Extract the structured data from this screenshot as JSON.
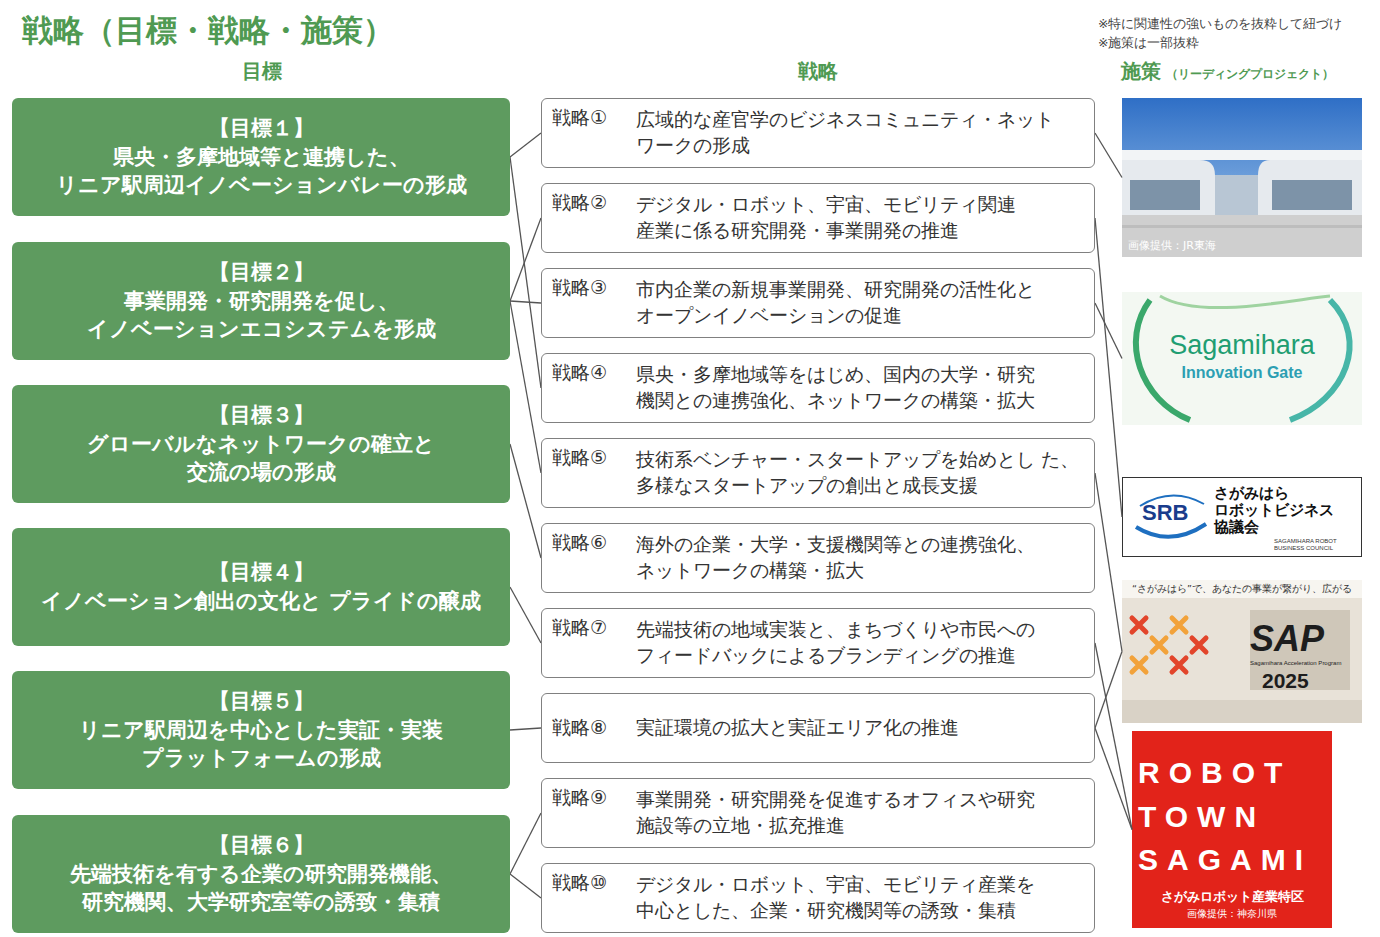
{
  "diagram": {
    "title": "戦略（目標・戦略・施策）",
    "nodes": [
      {
        "text": [
          "【目標１】",
          "県央・多摩地域等と連携した、 リニア駅周辺イノベーションバレーの形成"
        ]
      },
      {
        "text": [
          "【目標２】",
          "事業開発・研究開発を促し、 イノベーションエコシステムを形成"
        ]
      },
      {
        "text": [
          "【目標３】",
          "グローバルなネットワークの確立と 交流の場の形成"
        ]
      },
      {
        "text": [
          "【目標４】",
          "イノベーション創出の文化と プライドの醸成"
        ]
      },
      {
        "text": [
          "【目標５】",
          "リニア駅周辺を中心とした実証・実装 プラットフォームの形成"
        ]
      },
      {
        "text": [
          "【目標６】",
          "先端技術を有する企業の研究開発機能、 研究機関、大学研究室等の誘致・集積"
        ]
      },
      {
        "text": [
          "戦略①",
          "広域的な産官学のビジネスコミュニティ・ネット ワークの形成"
        ]
      },
      {
        "text": [
          "戦略②",
          "デジタル・ロボット、宇宙、モビリティ関連 産業に係る研究開発・事業開発の推進"
        ]
      },
      {
        "text": [
          "戦略③",
          "市内企業の新規事業開発、研究開発の活性化と オープンイノベーションの促進"
        ]
      },
      {
        "text": [
          "戦略④",
          "県央・多摩地域等をはじめ、国内の大学・研究 機関との連携強化、ネットワークの構築・拡大"
        ]
      },
      {
        "text": [
          "戦略⑤",
          "技術系ベンチャー・スタートアップを始めとし た、多様なスタートアップの創出と成長支援"
        ]
      },
      {
        "text": [
          "戦略⑥",
          "海外の企業・大学・支援機関等との連携強化、 ネットワークの構築・拡大"
        ]
      },
      {
        "text": [
          "戦略⑦",
          "先端技術の地域実装と、まちづくりや市民への フィードバックによるブランディングの推進"
        ]
      },
      {
        "text": [
          "戦略⑧",
          "実証環境の拡大と実証エリア化の推進"
        ]
      },
      {
        "text": [
          "戦略⑨",
          "事業開発・研究開発を促進するオフィスや研究 施設等の立地・拡充推進"
        ]
      },
      {
        "text": [
          "戦略⑩",
          "デジタル・ロボット、宇宙、モビリティ産業を 中心とした、企業・研究機関等の誘致・集積"
        ]
      },
      {
        "text": [
          "画像提供：JR東海"
        ]
      },
      {
        "text": [
          "Sagamihara",
          "Innovation Gate"
        ]
      },
      {
        "text": [
          "SRB",
          "さがみはら ロボットビジネス 協議会",
          "SAGAMIHARA ROBOT BUSINESS COUNCIL"
        ]
      },
      {
        "text": [
          "“さがみはら”で、あなたの事業が繋がり、広がる",
          "SAP",
          "Sagamihara Acceleration Program",
          "2025"
        ]
      },
      {
        "text": [
          "ROBOT TOWN SAGAMI",
          "さがみロボット産業特区",
          "画像提供：神奈川県"
        ]
      }
    ],
    "edges": [
      {
        "from": 0,
        "to": 6,
        "arrow": "none"
      },
      {
        "from": 0,
        "to": 9,
        "arrow": "none"
      },
      {
        "from": 1,
        "to": 7,
        "arrow": "none"
      },
      {
        "from": 1,
        "to": 8,
        "arrow": "none"
      },
      {
        "from": 1,
        "to": 10,
        "arrow": "none"
      },
      {
        "from": 2,
        "to": 11,
        "arrow": "none"
      },
      {
        "from": 3,
        "to": 12,
        "arrow": "none"
      },
      {
        "from": 4,
        "to": 13,
        "arrow": "none"
      },
      {
        "from": 5,
        "to": 14,
        "arrow": "none"
      },
      {
        "from": 5,
        "to": 15,
        "arrow": "none"
      },
      {
        "from": 6,
        "to": 16,
        "arrow": "none"
      },
      {
        "from": 7,
        "to": 18,
        "arrow": "none"
      },
      {
        "from": 8,
        "to": 17,
        "arrow": "none"
      },
      {
        "from": 10,
        "to": 19,
        "arrow": "none"
      },
      {
        "from": 12,
        "to": 20,
        "arrow": "none"
      },
      {
        "from": 13,
        "to": 19,
        "arrow": "none"
      },
      {
        "from": 13,
        "to": 20,
        "arrow": "none"
      }
    ],
    "labels": [
      "目標",
      "戦略",
      "施策",
      "（リーディングプロジェクト）",
      "※特に関連性の強いものを抜粋して紐づけ",
      "※施策は一部抜粋"
    ]
  }
}
